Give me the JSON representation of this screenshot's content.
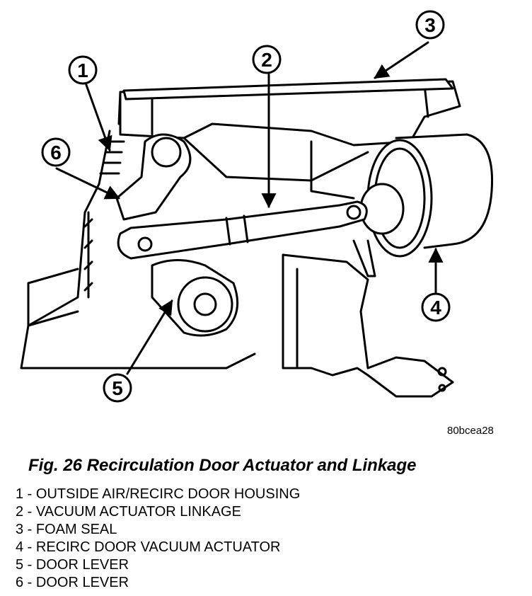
{
  "callouts": [
    "1",
    "2",
    "3",
    "4",
    "5",
    "6"
  ],
  "figure_code": "80bcea28",
  "caption": "Fig. 26 Recirculation Door Actuator and Linkage",
  "legend": [
    "1 - OUTSIDE AIR/RECIRC DOOR HOUSING",
    "2 - VACUUM ACTUATOR LINKAGE",
    "3 - FOAM SEAL",
    "4 - RECIRC DOOR VACUUM ACTUATOR",
    "5 - DOOR LEVER",
    "6 - DOOR LEVER"
  ]
}
